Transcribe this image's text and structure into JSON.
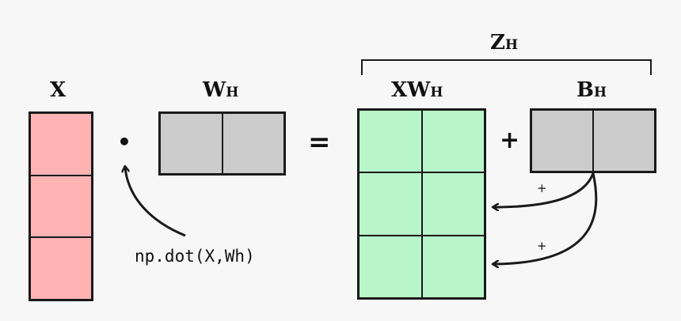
{
  "labels": {
    "x": {
      "main": "X",
      "sub": ""
    },
    "wh": {
      "main": "W",
      "sub": "H"
    },
    "xwh": {
      "main": "XW",
      "sub": "H"
    },
    "bh": {
      "main": "B",
      "sub": "H"
    },
    "zh": {
      "main": "Z",
      "sub": "H"
    }
  },
  "operators": {
    "dot": "•",
    "equals": "=",
    "plus": "+",
    "broadcast_plus_1": "+",
    "broadcast_plus_2": "+"
  },
  "code_caption": "np.dot(X,Wh)",
  "colors": {
    "x_fill": "#ffb3b3",
    "wh_fill": "#cccccc",
    "xwh_fill": "#b8f5c8",
    "bh_fill": "#cccccc",
    "stroke": "#1a1a1a",
    "background": "#f7f7f7"
  },
  "matrices": {
    "x": {
      "rows": 3,
      "cols": 1
    },
    "wh": {
      "rows": 1,
      "cols": 2
    },
    "xwh": {
      "rows": 3,
      "cols": 2
    },
    "bh": {
      "rows": 1,
      "cols": 2
    }
  }
}
